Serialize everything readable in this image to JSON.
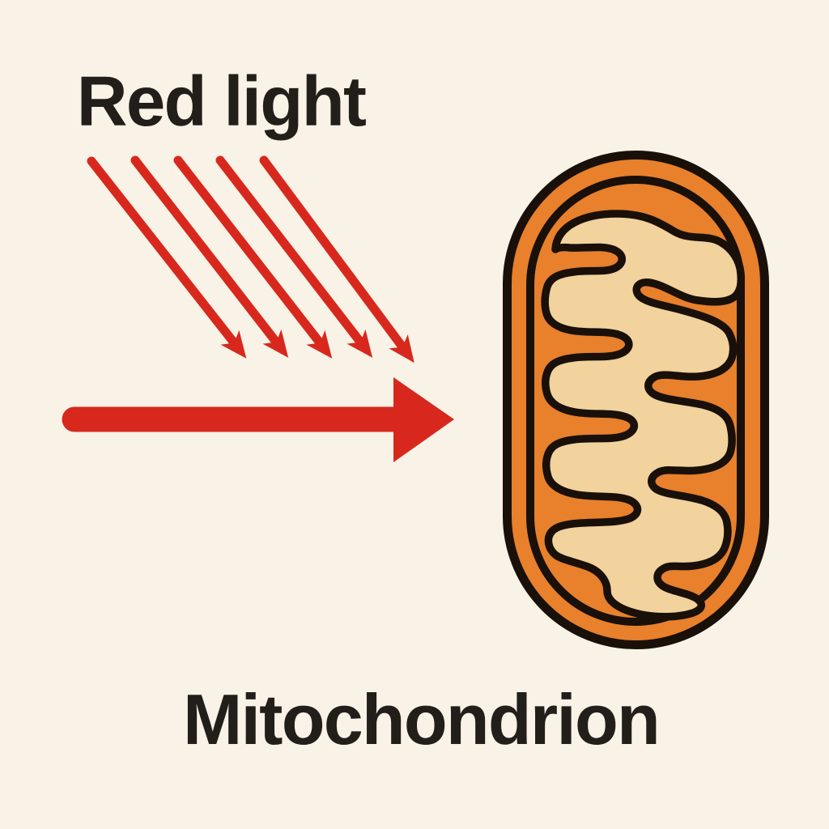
{
  "labels": {
    "red_light": "Red light",
    "mitochondrion": "Mitochondrion"
  },
  "colors": {
    "background": "#f8f2e7",
    "arrow_red": "#d8281d",
    "label_text": "#221e19",
    "organelle_orange": "#e8802c",
    "matrix_cream": "#f2d29d",
    "outline": "#191009"
  },
  "rays": {
    "count": 5
  }
}
